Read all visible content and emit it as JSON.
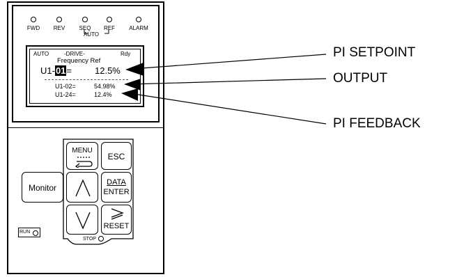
{
  "leds": [
    {
      "label": "FWD"
    },
    {
      "label": "REV"
    },
    {
      "label": "SEQ"
    },
    {
      "label": "REF"
    },
    {
      "label": "ALARM"
    }
  ],
  "auto_label": "AUTO",
  "lcd": {
    "mode": "AUTO",
    "menu": "-DRIVE-",
    "status": "Rdy",
    "title": "Frequency Ref",
    "main_param_prefix": "U1-",
    "main_param_highlight": "01",
    "main_param_eq": "=",
    "main_value": "12.5%",
    "row2_param": "U1-02=",
    "row2_value": "54.98%",
    "row3_param": "U1-24=",
    "row3_value": "12.4%"
  },
  "keys": {
    "menu": "MENU",
    "esc": "ESC",
    "monitor": "Monitor",
    "data": "DATA",
    "enter": "ENTER",
    "reset": "RESET",
    "stop": "STOP",
    "run": "RUN"
  },
  "callouts": {
    "pi_setpoint": "PI SETPOINT",
    "output": "OUTPUT",
    "pi_feedback": "PI FEEDBACK"
  }
}
